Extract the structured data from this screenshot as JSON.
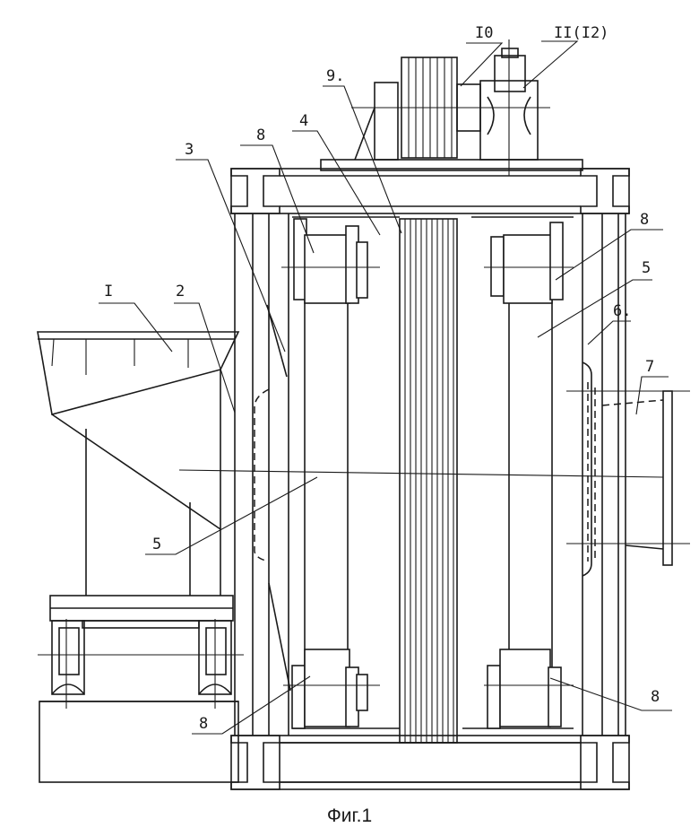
{
  "figure": {
    "caption": "Фиг.1",
    "labels": {
      "l1": "I",
      "l2": "2",
      "l3": "3",
      "l4": "4",
      "l5a": "5",
      "l5b": "5",
      "l6": "6.",
      "l7": "7",
      "l8a": "8",
      "l8b": "8",
      "l8c": "8",
      "l8d": "8",
      "l9": "9.",
      "l10": "I0",
      "l11": "II(I2)"
    }
  }
}
